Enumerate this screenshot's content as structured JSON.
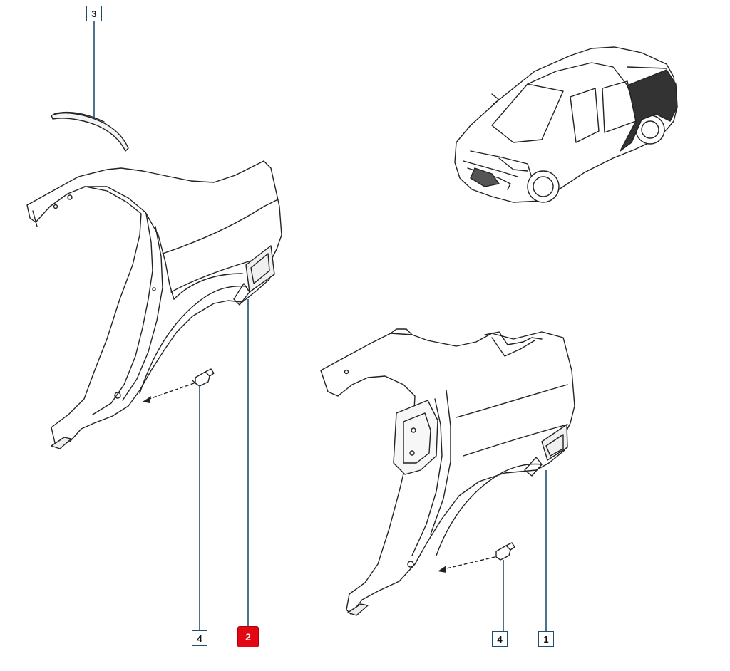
{
  "callouts": [
    {
      "id": "callout-3",
      "label": "3",
      "selected": false
    },
    {
      "id": "callout-4-left",
      "label": "4",
      "selected": false
    },
    {
      "id": "callout-2",
      "label": "2",
      "selected": true
    },
    {
      "id": "callout-4-right",
      "label": "4",
      "selected": false
    },
    {
      "id": "callout-1",
      "label": "1",
      "selected": false
    }
  ],
  "colors": {
    "line": "#222222",
    "leader": "#1f4f6f",
    "selected_fill": "#e30613"
  }
}
